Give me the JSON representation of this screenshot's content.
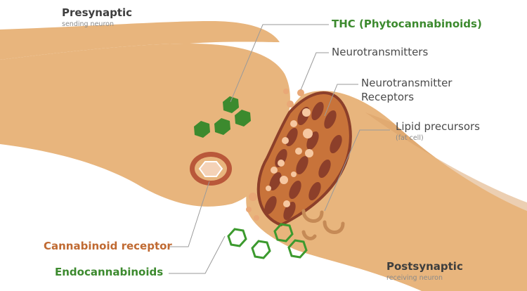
{
  "labels": {
    "presynaptic": "Presynaptic",
    "presynaptic_sub": "sending neuron",
    "thc": "THC (Phytocannabinoids)",
    "neurotransmitters": "Neurotransmitters",
    "nt_receptors_1": "Neurotransmitter",
    "nt_receptors_2": "Receptors",
    "lipid": "Lipid precursors",
    "lipid_sub": "(fat cell)",
    "cannabinoid_receptor": "Cannabinoid receptor",
    "endocannabinoids": "Endocannabinoids",
    "postsynaptic": "Postsynaptic",
    "postsynaptic_sub": "receiving neuron"
  },
  "colors": {
    "neuron": "#e8b57d",
    "neuron_shade": "#d9a066",
    "receptor_region": "#c8733a",
    "receptor_dark": "#8c3f2a",
    "vesicle": "#f6c7a0",
    "thc_green": "#3c8a2e",
    "endo_green": "#3c9a2e",
    "cb_receptor": "#b9583a",
    "leader": "#9a9a9a"
  }
}
